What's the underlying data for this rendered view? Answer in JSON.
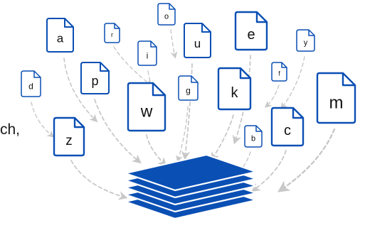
{
  "colors": {
    "brand_blue": "#0a4fb4",
    "doc_fill": "#ffffff",
    "arrow_gray": "#c8c8c8"
  },
  "partial_text": "ch,",
  "stack_icon": "stacked-layers-icon",
  "documents": [
    {
      "id": "doc-o",
      "label": "o"
    },
    {
      "id": "doc-r",
      "label": "r"
    },
    {
      "id": "doc-a",
      "label": "a"
    },
    {
      "id": "doc-u",
      "label": "u"
    },
    {
      "id": "doc-e",
      "label": "e"
    },
    {
      "id": "doc-y",
      "label": "y"
    },
    {
      "id": "doc-i",
      "label": "i"
    },
    {
      "id": "doc-d",
      "label": "d"
    },
    {
      "id": "doc-p",
      "label": "p"
    },
    {
      "id": "doc-g",
      "label": "g"
    },
    {
      "id": "doc-f",
      "label": "f"
    },
    {
      "id": "doc-k",
      "label": "k"
    },
    {
      "id": "doc-w",
      "label": "w"
    },
    {
      "id": "doc-m",
      "label": "m"
    },
    {
      "id": "doc-c",
      "label": "c"
    },
    {
      "id": "doc-b",
      "label": "b"
    },
    {
      "id": "doc-z",
      "label": "z"
    }
  ]
}
